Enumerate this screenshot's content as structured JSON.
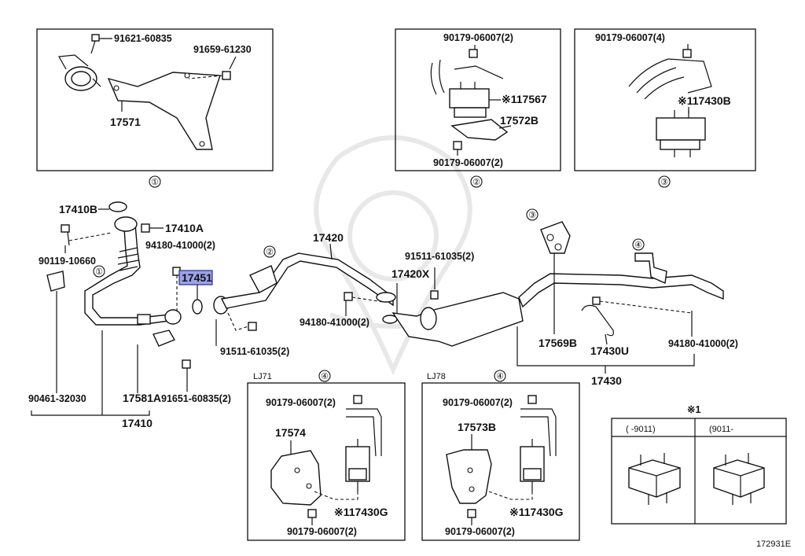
{
  "diagram": {
    "figure_code": "172931E",
    "highlighted_part": "17451",
    "boxes": [
      {
        "ref": "①",
        "labels": [
          "91621-60835",
          "91659-61230",
          "17571"
        ]
      },
      {
        "ref": "②",
        "labels": [
          "90179-06007(2)",
          "※117567",
          "17572B",
          "90179-06007(2)"
        ]
      },
      {
        "ref": "③",
        "labels": [
          "90179-06007(4)",
          "※117430B"
        ]
      },
      {
        "ref": "④",
        "model": "LJ71",
        "labels": [
          "90179-06007(2)",
          "17574",
          "※117430G",
          "90179-06007(2)"
        ]
      },
      {
        "ref": "④",
        "model": "LJ78",
        "labels": [
          "90179-06007(2)",
          "17573B",
          "※117430G",
          "90179-06007(2)"
        ]
      },
      {
        "ref": "※1",
        "columns": [
          "(    -9011)",
          "(9011-    "
        ]
      }
    ],
    "main_labels": {
      "l17410b": "17410B",
      "l17410a": "17410A",
      "l90119": "90119-10660",
      "l94180a": "94180-41000(2)",
      "l17451": "17451",
      "l90461": "90461-32030",
      "l17581a": "17581A",
      "l91651": "91651-60835(2)",
      "l17410": "17410",
      "l17420": "17420",
      "l91511a": "91511-61035(2)",
      "l17420x": "17420X",
      "l94180b": "94180-41000(2)",
      "l91511b": "91511-61035(2)",
      "l17569b": "17569B",
      "l17430u": "17430U",
      "l94180c": "94180-41000(2)",
      "l17430": "17430"
    },
    "refs": {
      "c1": "①",
      "c2": "②",
      "c3": "③",
      "c4": "④",
      "m1": "①",
      "m2": "②",
      "m3": "③",
      "m4": "④",
      "c4a": "④",
      "c4b": "④",
      "x1": "※1"
    },
    "box1": {
      "a": "91621-60835",
      "b": "91659-61230",
      "c": "17571"
    },
    "box2": {
      "a": "90179-06007(2)",
      "b": "※117567",
      "c": "17572B",
      "d": "90179-06007(2)"
    },
    "box3": {
      "a": "90179-06007(4)",
      "b": "※117430B"
    },
    "box4": {
      "model": "LJ71",
      "a": "90179-06007(2)",
      "b": "17574",
      "c": "※117430G",
      "d": "90179-06007(2)"
    },
    "box5": {
      "model": "LJ78",
      "a": "90179-06007(2)",
      "b": "17573B",
      "c": "※117430G",
      "d": "90179-06007(2)"
    },
    "box6": {
      "col1": "(      -9011)",
      "col2": "(9011-      "
    }
  }
}
